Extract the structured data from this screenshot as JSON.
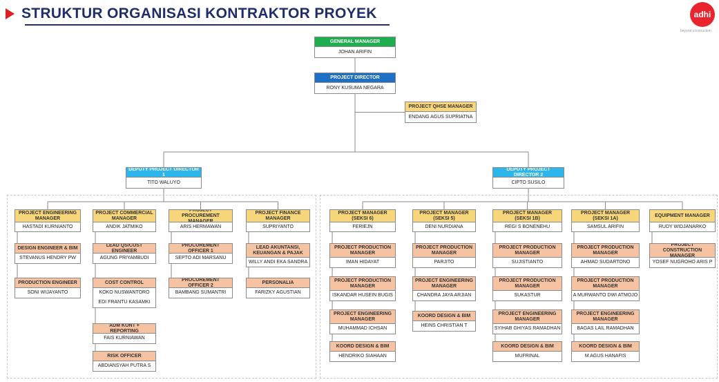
{
  "title": "STRUKTUR ORGANISASI KONTRAKTOR PROYEK",
  "logo": {
    "text": "adhi",
    "tagline": "beyond construction",
    "color": "#e8252f"
  },
  "colors": {
    "green": "#1fae4e",
    "blue": "#1f6fc4",
    "light_blue": "#2db6ec",
    "yellow": "#f8d67b",
    "salmon": "#f5c3a1",
    "title": "#1f2d6b"
  },
  "top": {
    "gm": {
      "role": "GENERAL MANAGER",
      "name": "JOHAN ARIFIN"
    },
    "pd": {
      "role": "PROJECT DIRECTOR",
      "name": "RONY KUSUMA NEGARA"
    },
    "qhse": {
      "role": "PROJECT QHSE MANAGER",
      "name": "ENDANG AGUS SUPRIATNA"
    },
    "dpd1": {
      "role": "DEPUTY PROJECT DIRECTOR 1",
      "name": "TITO WALUYO"
    },
    "dpd2": {
      "role": "DEPUTY PROJECT DIRECTOR 2",
      "name": "CIPTO SUSILO"
    }
  },
  "left": {
    "eng": [
      {
        "role": "PROJECT ENGINEERING MANAGER",
        "name": "HASTADI KURNIANTO"
      },
      {
        "role": "DESIGN ENGINEER & BIM",
        "name": "STEVANUS HENDRY PW"
      },
      {
        "role": "PRODUCTION ENGINEER",
        "name": "SONI WIJAYANTO"
      }
    ],
    "com": [
      {
        "role": "PROJECT COMMERCIAL MANAGER",
        "name": "ANDIK JATMIKO"
      },
      {
        "role": "LEAD QS/COST ENGINEER",
        "name": "AGUNG PRIYAMBUDI"
      },
      {
        "role": "COST CONTROL",
        "name": "KOKO NUSWANTORO",
        "name2": "EDI FRANTU KASAMKI"
      },
      {
        "role": "ADM KONT + REPORTING",
        "name": "FAIS KURNIAWAN"
      },
      {
        "role": "RISK OFFICER",
        "name": "ABDIANSYAH PUTRA S"
      }
    ],
    "proc": [
      {
        "role": "PROJECT PROCUREMENT MANAGER",
        "name": "ARIS HERMAWAN"
      },
      {
        "role": "PROCUREMENT OFFICER 1",
        "name": "SEPTO ADI MARSANU"
      },
      {
        "role": "PROCUREMENT OFFICER 2",
        "name": "BAMBANG SUMANTRI"
      }
    ],
    "fin": [
      {
        "role": "PROJECT FINANCE MANAGER",
        "name": "SUPRIYANTO"
      },
      {
        "role": "LEAD AKUNTANSI, KEUANGAN & PAJAK",
        "name": "WILLY ANDI EKA SANDRA"
      },
      {
        "role": "PERSONALIA",
        "name": "FARIZKY AGUSTIAN"
      }
    ]
  },
  "right": {
    "s6": [
      {
        "role": "PROJECT MANAGER (SEKSI 6)",
        "name": "FERIEJN"
      },
      {
        "role": "PROJECT PRODUCTION MANAGER",
        "name": "IMAN HIDAYAT"
      },
      {
        "role": "PROJECT PRODUCTION MANAGER",
        "name": "ISKANDAR HUSEIN BUGIS"
      },
      {
        "role": "PROJECT ENGINEERING MANAGER",
        "name": "MUHAMMAD ICHSAN"
      },
      {
        "role": "KOORD DESIGN & BIM",
        "name": "HENDRIKO SIAHAAN"
      }
    ],
    "s5": [
      {
        "role": "PROJECT MANAGER (SEKSI 5)",
        "name": "DENI NURDIANA"
      },
      {
        "role": "PROJECT PRODUCTION MANAGER",
        "name": "PARJITO"
      },
      {
        "role": "PROJECT ENGINEERING MANAGER",
        "name": "CHANDRA JAYA ARJIAN"
      },
      {
        "role": "KOORD DESIGN & BIM",
        "name": "HEINS CHRISTIAN T"
      }
    ],
    "s1b": [
      {
        "role": "PROJECT MANAGER (SEKSI 1B)",
        "name": "REGI S BONENEHU"
      },
      {
        "role": "PROJECT PRODUCTION MANAGER",
        "name": "SUJISTIANTO"
      },
      {
        "role": "PROJECT PRODUCTION MANAGER",
        "name": "SUKASTUR"
      },
      {
        "role": "PROJECT ENGINEERING MANAGER",
        "name": "SYIHAB GHIYAS RAMADHAN"
      },
      {
        "role": "KOORD DESIGN & BIM",
        "name": "MUFRINAL"
      }
    ],
    "s1a": [
      {
        "role": "PROJECT MANAGER (SEKSI 1A)",
        "name": "SAMSUL ARIFIN"
      },
      {
        "role": "PROJECT PRODUCTION MANAGER",
        "name": "AHMAD SUDARTONO"
      },
      {
        "role": "PROJECT PRODUCTION MANAGER",
        "name": "A MURWANTO DWI ATMOJO"
      },
      {
        "role": "PROJECT ENGINEERING MANAGER",
        "name": "BAGAS LAIL RAMADHAN"
      },
      {
        "role": "KOORD DESIGN & BIM",
        "name": "M AGUS HANAFIS"
      }
    ],
    "eq": [
      {
        "role": "EQUIPMENT MANAGER",
        "name": "RUDY WIDJANARKO"
      },
      {
        "role": "PROJECT CONSTRUCTION MANAGER",
        "name": "YOSEF NUGROHO ARIS P"
      }
    ]
  }
}
